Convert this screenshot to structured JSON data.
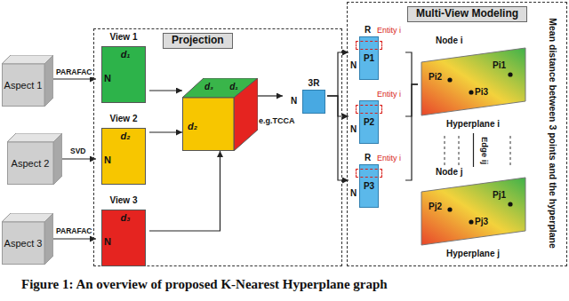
{
  "diagram": {
    "caption": "Figure 1: An overview of proposed K-Nearest Hyperplane graph",
    "nodes": [
      {
        "text": [
          "Aspect 1"
        ]
      },
      {
        "text": [
          "Aspect 2"
        ]
      },
      {
        "text": [
          "Aspect 3"
        ]
      },
      {
        "text": [
          "Projection"
        ]
      },
      {
        "text": [
          "View 1",
          "d₁",
          "N"
        ],
        "in": 3
      },
      {
        "text": [
          "View 2",
          "d₂",
          "N"
        ],
        "in": 3
      },
      {
        "text": [
          "View 3",
          "d₃",
          "N"
        ],
        "in": 3
      },
      {
        "text": [
          "d₃",
          "d₁",
          "d₂"
        ],
        "in": 3
      },
      {
        "text": [
          "3R",
          "N"
        ],
        "in": 3
      },
      {
        "text": [
          "Multi-View Modeling"
        ]
      },
      {
        "text": [
          "R",
          "Entity i",
          "N",
          "P1"
        ],
        "in": 9
      },
      {
        "text": [
          "Entity i",
          "N",
          "P2"
        ],
        "in": 9
      },
      {
        "text": [
          "R",
          "Entity i",
          "N",
          "P3"
        ],
        "in": 9
      },
      {
        "text": [
          "Node i",
          "Pi2",
          "Pi1",
          "Pi3",
          "Hyperplane i"
        ],
        "in": 9
      },
      {
        "text": [
          "Node j",
          "Pj2",
          "Pj1",
          "Pj3",
          "Hyperplane j"
        ],
        "in": 9
      }
    ],
    "edges": [
      {
        "from": 0,
        "to": 4,
        "label": "PARAFAC",
        "arrow": "to"
      },
      {
        "from": 1,
        "to": 5,
        "label": "SVD",
        "arrow": "to"
      },
      {
        "from": 2,
        "to": 6,
        "label": "PARAFAC",
        "arrow": "to"
      },
      {
        "from": 4,
        "to": 7,
        "arrow": "to"
      },
      {
        "from": 5,
        "to": 7,
        "arrow": "to"
      },
      {
        "from": 6,
        "to": 7,
        "arrow": "to"
      },
      {
        "from": 7,
        "to": 8,
        "label": "e.g.TCCA",
        "arrow": "to"
      },
      {
        "from": 8,
        "to": 10,
        "arrow": "to"
      },
      {
        "from": 8,
        "to": 11,
        "arrow": "to"
      },
      {
        "from": 8,
        "to": 12,
        "arrow": "to"
      },
      {
        "from": 10,
        "to": 13,
        "arrow": "none"
      },
      {
        "from": 11,
        "to": 13,
        "arrow": "none"
      },
      {
        "from": 12,
        "to": 13,
        "arrow": "none"
      },
      {
        "from": 13,
        "to": 14,
        "label": "Edge ij",
        "arrow": "none"
      }
    ],
    "labels": [
      "Mean distance between 3 points and the hyperplane"
    ]
  }
}
